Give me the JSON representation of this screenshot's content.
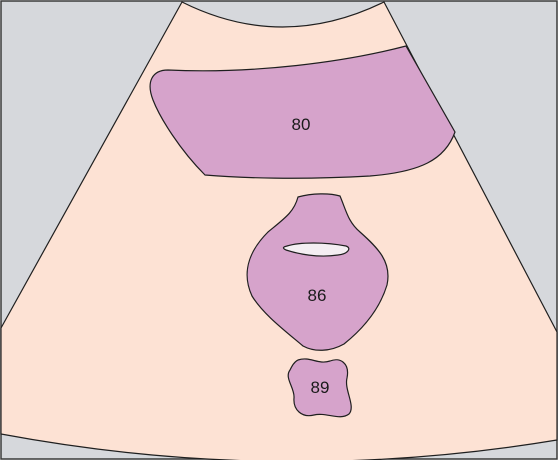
{
  "diagram": {
    "colors": {
      "background": "#d6d8dc",
      "field": "#fde2d4",
      "structure": "#d6a3cb",
      "lumen": "#f4eef2",
      "outline": "#1f1f1f"
    },
    "labels": {
      "upper_region": "80",
      "middle_region": "86",
      "lower_region": "89"
    }
  }
}
